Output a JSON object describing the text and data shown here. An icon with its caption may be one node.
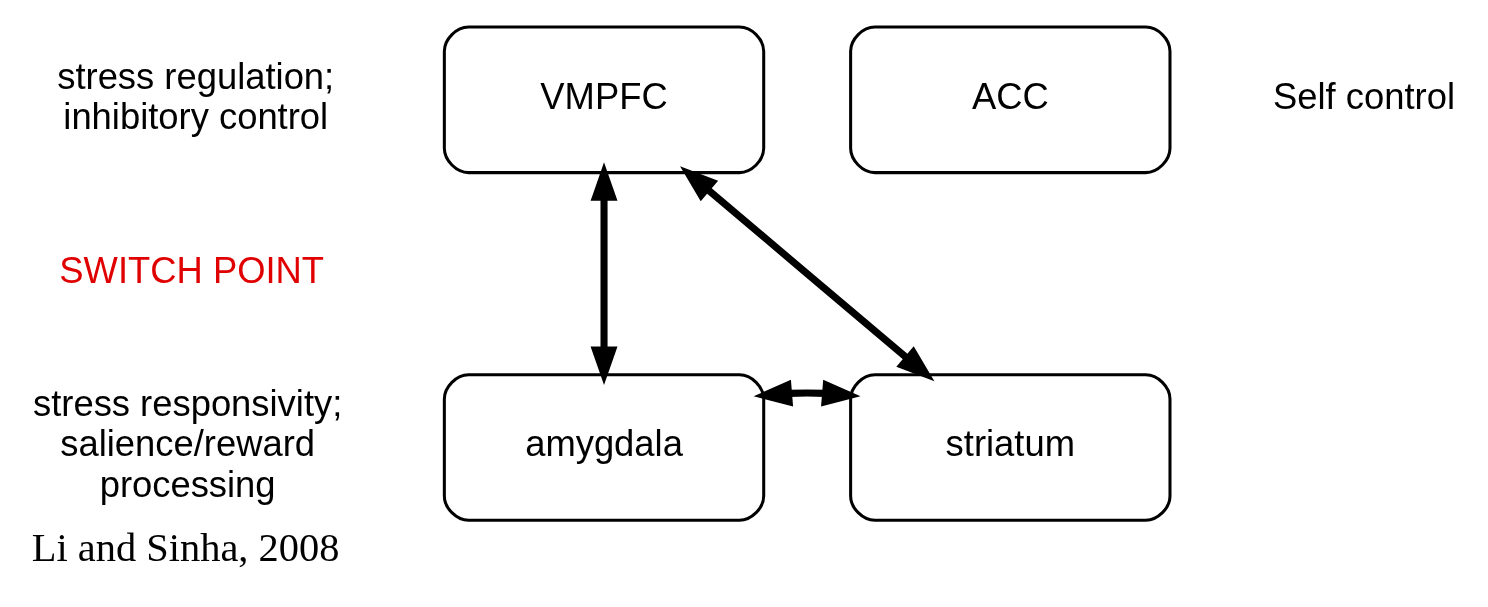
{
  "diagram": {
    "caption": "Li and Sinha, 2008",
    "nodes": [
      {
        "text": [
          "VMPFC"
        ]
      },
      {
        "text": [
          "ACC"
        ]
      },
      {
        "text": [
          "amygdala"
        ]
      },
      {
        "text": [
          "striatum"
        ]
      }
    ],
    "edges": [
      {
        "from": 0,
        "to": 2,
        "arrow": "both"
      },
      {
        "from": 0,
        "to": 3,
        "arrow": "both"
      },
      {
        "from": 2,
        "to": 3,
        "arrow": "both"
      }
    ],
    "labels": [
      "stress regulation; inhibitory control",
      "Self control",
      "SWITCH POINT",
      "stress responsivity; salience/reward processing"
    ]
  }
}
